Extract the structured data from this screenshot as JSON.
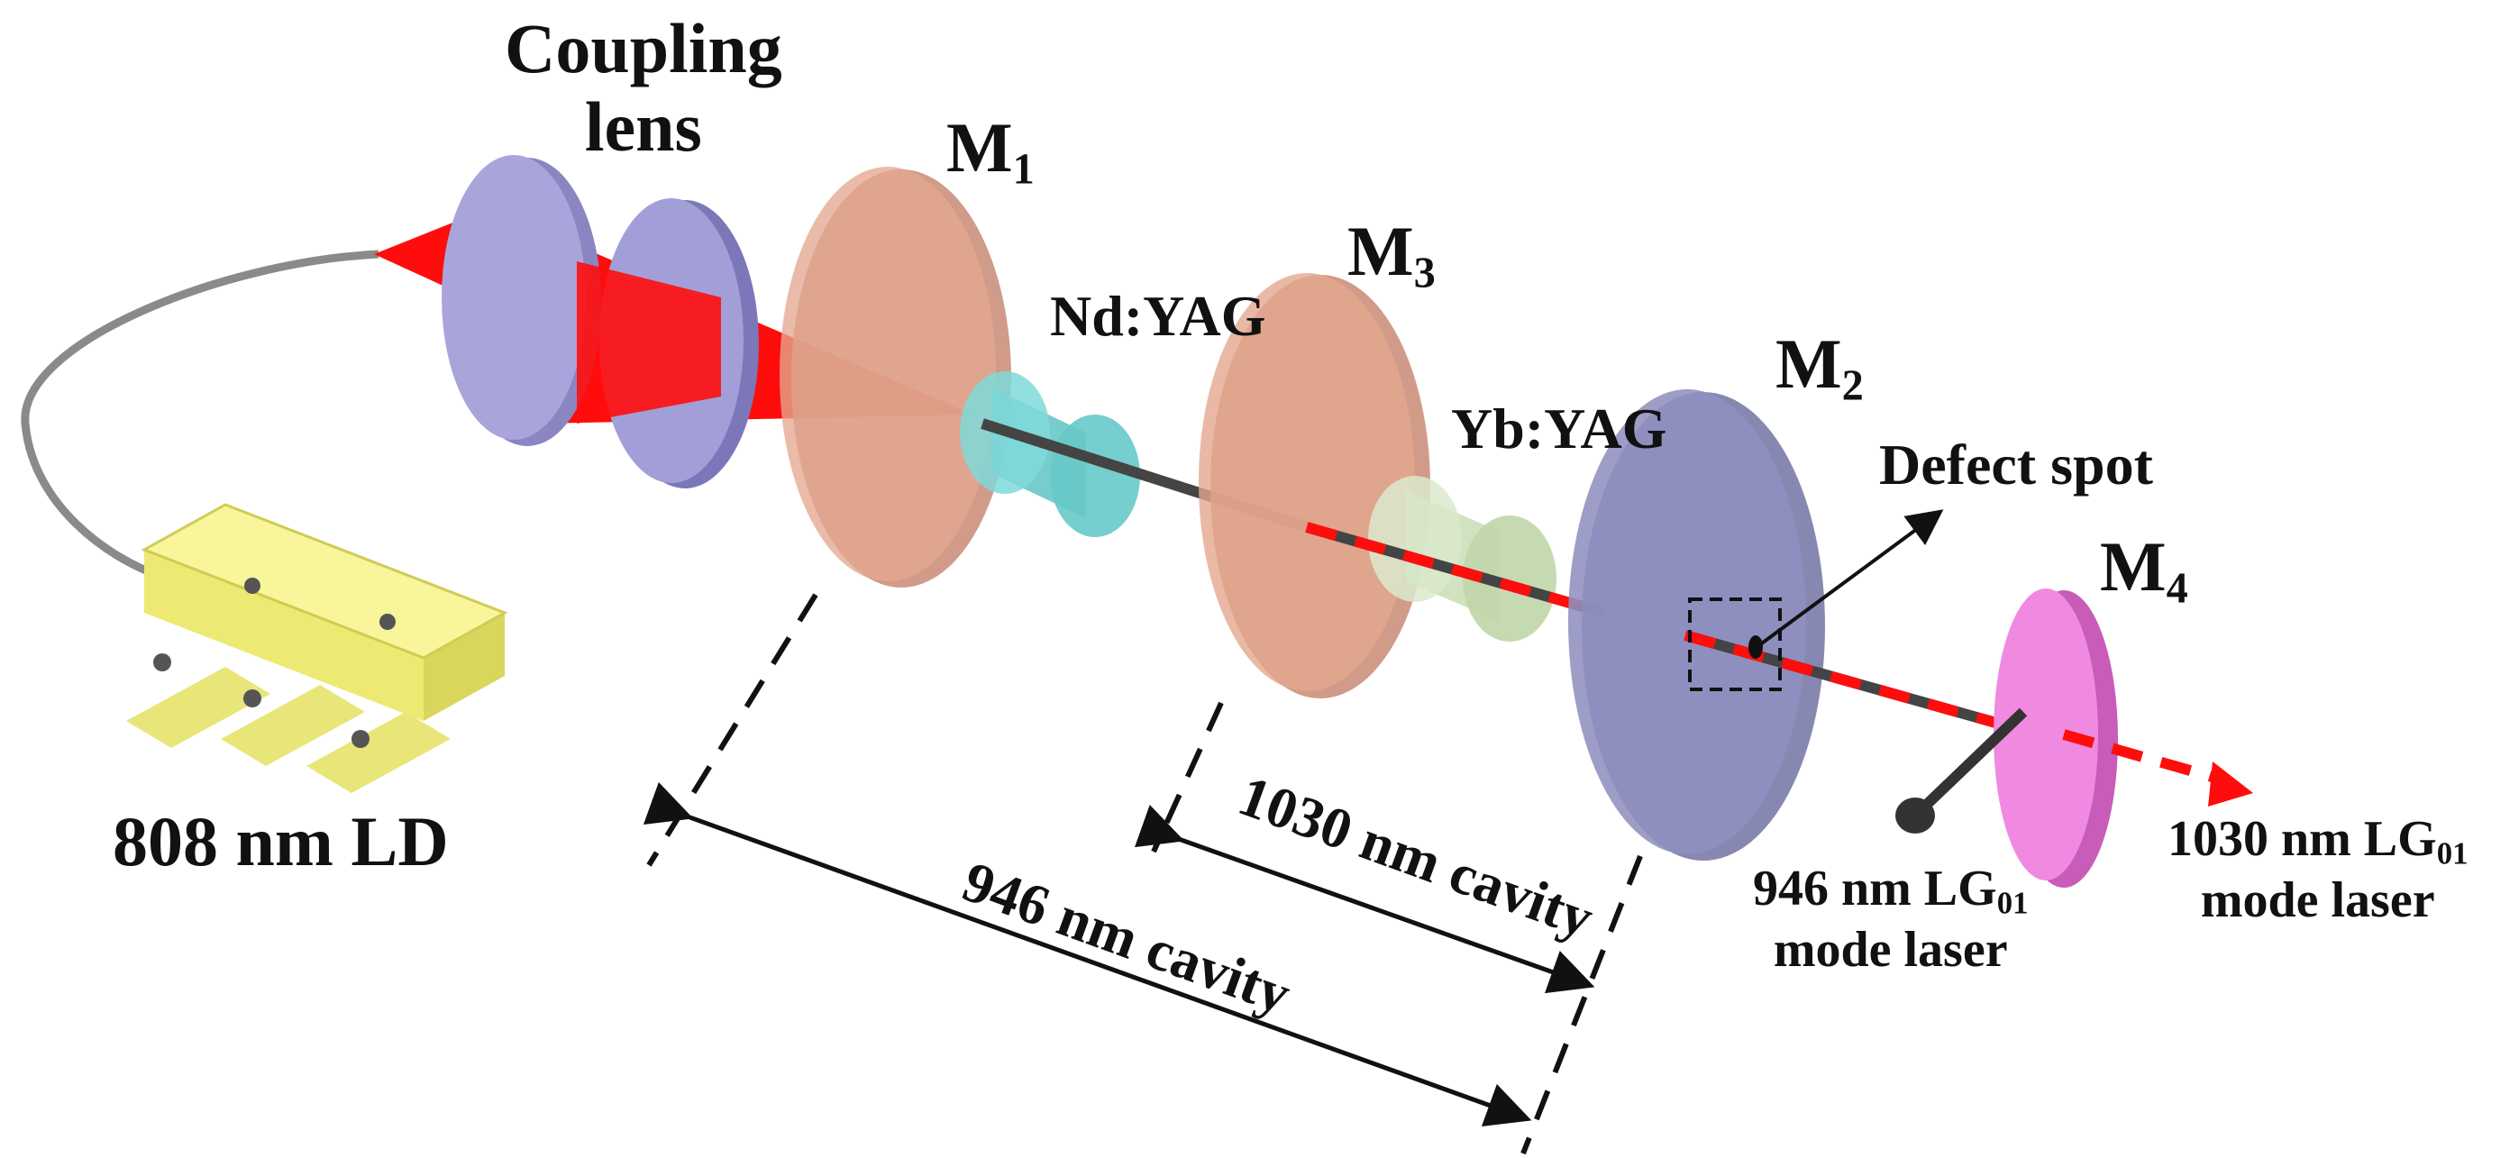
{
  "labels": {
    "coupling_lens": [
      "Coupling",
      "lens"
    ],
    "m1": {
      "base": "M",
      "sub": "1"
    },
    "m2": {
      "base": "M",
      "sub": "2"
    },
    "m3": {
      "base": "M",
      "sub": "3"
    },
    "m4": {
      "base": "M",
      "sub": "4"
    },
    "nd_yag": "Nd:YAG",
    "yb_yag": "Yb:YAG",
    "defect_spot": "Defect spot",
    "ld": "808 nm LD",
    "cavity_946": "946 nm cavity",
    "cavity_1030": "1030 nm cavity",
    "out_946": {
      "line1_pre": "946 nm LG",
      "line1_sub": "01",
      "line2": "mode laser"
    },
    "out_1030": {
      "line1_pre": "1030 nm LG",
      "line1_sub": "01",
      "line2": "mode laser"
    }
  },
  "colors": {
    "beam_red": "#ff0d0d",
    "lens_violet": "#a39fd4",
    "mirror_salmon": "#d9977f",
    "mirror_m2": "#8e8fbc",
    "mirror_m4": "#e873d6",
    "crystal_nd": "#7ed6d6",
    "crystal_yb": "#cfe3c0",
    "ld_yellow": "#f2f07a",
    "fiber_gray": "#8a8a8a",
    "line_black": "#111111"
  }
}
